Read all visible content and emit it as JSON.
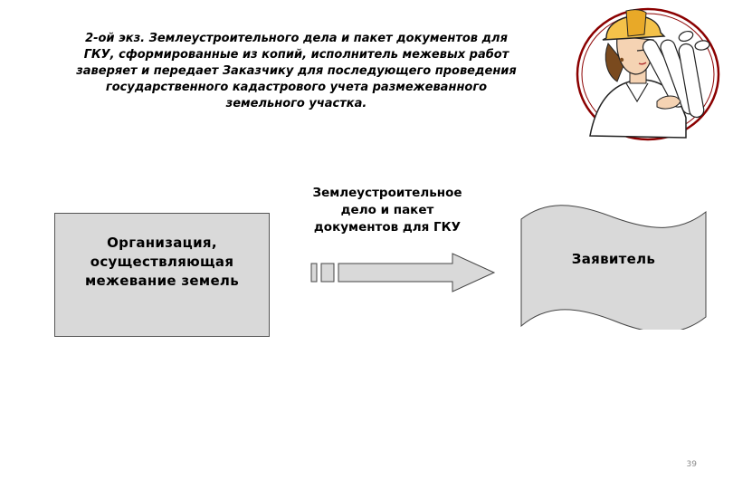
{
  "slide": {
    "heading_lines": [
      "2-ой экз. Землеустроительного дела и пакет документов для",
      "ГКУ, сформированные из копий, исполнитель межевых работ",
      "заверяет и передает Заказчику для последующего проведения",
      "государственного кадастрового учета размежеванного",
      "земельного участка."
    ],
    "page_number": "39"
  },
  "diagram": {
    "source_box": {
      "label_lines": [
        "Организация,",
        "осуществляющая",
        "межевание земель"
      ],
      "fill": "#d9d9d9"
    },
    "arrow": {
      "caption_lines": [
        "Землеустроительное",
        "дело и пакет",
        "документов для ГКУ"
      ],
      "fill": "#d9d9d9"
    },
    "target_document": {
      "label": "Заявитель",
      "fill": "#d9d9d9"
    }
  },
  "illustration": {
    "icon": "engineer-with-blueprints-icon"
  }
}
